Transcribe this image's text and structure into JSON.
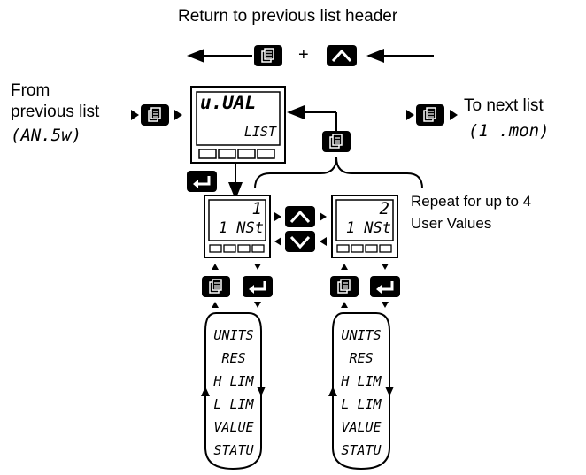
{
  "header": {
    "return_label": "Return to previous list header"
  },
  "from_label": {
    "line1": "From",
    "line2": "previous list",
    "code": "(AN.5w)"
  },
  "to_label": {
    "line1": "To next list",
    "code": "(1 .mon)"
  },
  "main_display": {
    "top": "u.UAL",
    "bottom": "LIST"
  },
  "display_1": {
    "top": "1",
    "bottom": "1 NSt"
  },
  "display_2": {
    "top": "2",
    "bottom": "1 NSt"
  },
  "repeat_label": {
    "line1": "Repeat for up to 4",
    "line2": "User Values"
  },
  "plus_sign": "+",
  "menu_1": [
    "UNITS",
    "RES",
    "H LIM",
    "L LIM",
    "VALUE",
    "STATU"
  ],
  "menu_2": [
    "UNITS",
    "RES",
    "H LIM",
    "L LIM",
    "VALUE",
    "STATU"
  ],
  "icons": [
    "page-icon",
    "up-arrow-icon",
    "down-arrow-icon",
    "enter-icon"
  ]
}
